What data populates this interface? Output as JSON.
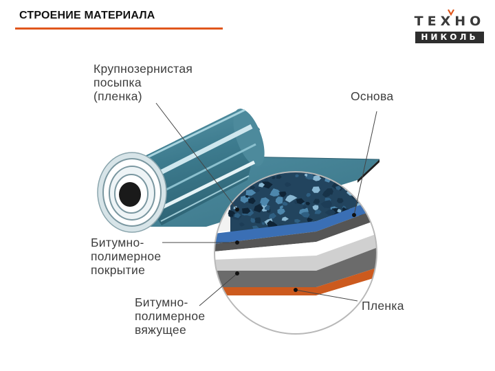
{
  "title": "СТРОЕНИЕ МАТЕРИАЛА",
  "logo": {
    "top": "ТЕХНО",
    "bottom": "НИКОЛЬ"
  },
  "labels": {
    "coarse_sprinkle": [
      "Крупнозернистая",
      "посыпка",
      "(пленка)"
    ],
    "base": [
      "Основа"
    ],
    "bitumen_coating": [
      "Битумно-",
      "полимерное",
      "покрытие"
    ],
    "bitumen_binder": [
      "Битумно-",
      "полимерное",
      "вяжущее"
    ],
    "film": [
      "Пленка"
    ]
  },
  "colors": {
    "accent": "#e0561c",
    "roll": "#3f7f92",
    "granules": "#234a66",
    "blue_layer": "#3a6fb5",
    "coating_gray": "#5a5a5a",
    "film_orange": "#cc5a1e"
  }
}
